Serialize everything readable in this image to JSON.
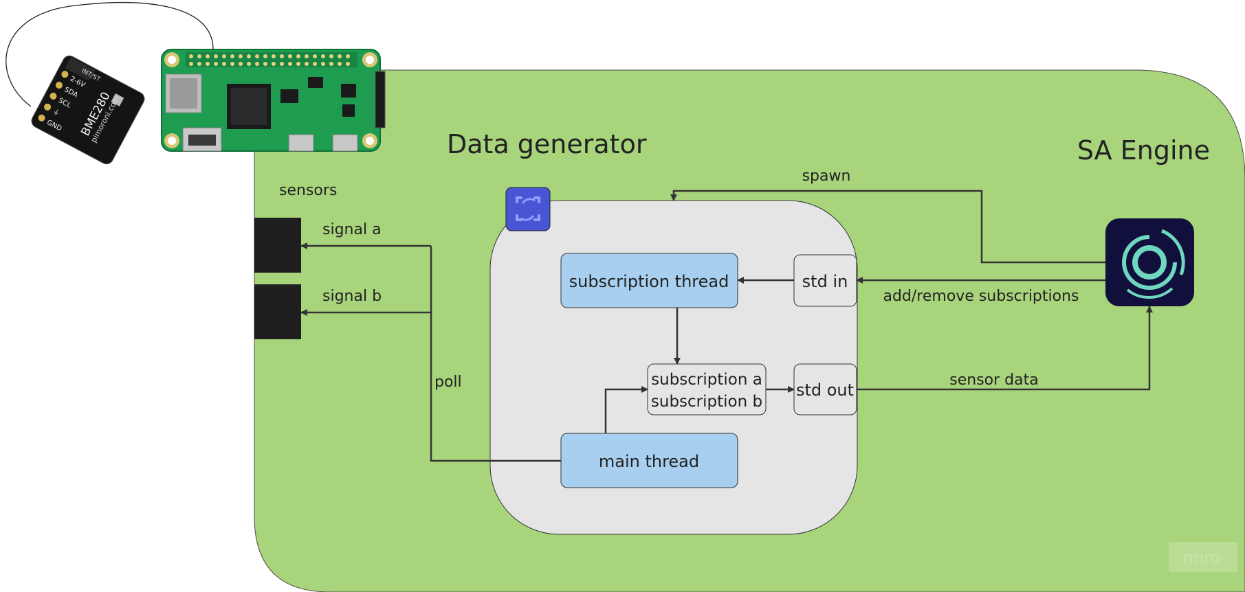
{
  "diagram": {
    "sa_engine_title": "SA Engine",
    "data_generator_title": "Data generator",
    "sensors_label": "sensors",
    "signal_a": "signal a",
    "signal_b": "signal b",
    "poll": "poll",
    "spawn": "spawn",
    "add_remove": "add/remove subscriptions",
    "sensor_data": "sensor data",
    "subscription_thread": "subscription thread",
    "std_in": "std in",
    "std_out": "std out",
    "subscription_a": "subscription a",
    "subscription_b": "subscription b",
    "main_thread": "main thread",
    "watermark": "miro",
    "sensor_board_name": "BME280",
    "sensor_board_vendor": "pimoroni.com",
    "sensor_pins": [
      "2-6V",
      "SDA",
      "SCL",
      "⏚",
      "GND"
    ],
    "sensor_top_pin": "INT/ST"
  },
  "colors": {
    "sa_engine_fill": "#a8d47c",
    "data_generator_fill": "#e5e5e5",
    "thread_fill": "#a8cff0",
    "sensor_block": "#1e1e1e",
    "sa_icon_bg": "#11103c",
    "sa_icon_ring": "#6fd6c0",
    "blue_icon": "#4a55d6",
    "pcb_green": "#1e9c50"
  }
}
